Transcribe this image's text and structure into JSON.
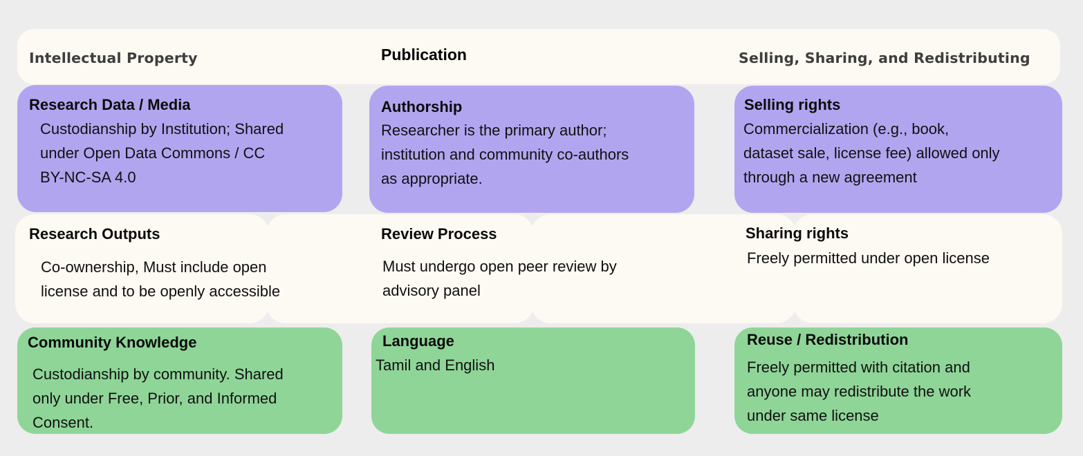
{
  "colors": {
    "background": "#ededed",
    "cream": "#fdf9f3",
    "purple": "#b2a5f0",
    "green": "#8fd598",
    "header_text": "#3e3e3e",
    "card_text": "#101010"
  },
  "board": {
    "headers": [
      {
        "label": "Intellectual Property"
      },
      {
        "label": "Publication"
      },
      {
        "label": "Selling, Sharing, and Redistributing"
      }
    ],
    "rows": [
      {
        "cards": [
          {
            "title": "Research Data / Media",
            "body": "Custodianship by Institution; Shared\nunder Open Data Commons / CC\nBY-NC-SA 4.0"
          },
          {
            "title": "Authorship",
            "body": "Researcher is the primary author;\ninstitution and community co-authors\nas appropriate."
          },
          {
            "title": "Selling rights",
            "body": "Commercialization (e.g., book,\ndataset sale, license fee) allowed only\nthrough a new agreement"
          }
        ]
      },
      {
        "cards": [
          {
            "title": "Research Outputs",
            "body": "Co-ownership, Must include open\nlicense and to be openly accessible"
          },
          {
            "title": "Review Process",
            "body": "Must undergo open peer review by\nadvisory panel"
          },
          {
            "title": "Sharing rights",
            "body": "Freely permitted under open license"
          }
        ]
      },
      {
        "cards": [
          {
            "title": "Community Knowledge",
            "body": "Custodianship by community. Shared\nonly under Free, Prior, and Informed\nConsent."
          },
          {
            "title": "Language",
            "body": "Tamil and English"
          },
          {
            "title": "Reuse / Redistribution",
            "body": "Freely permitted with citation and\nanyone may redistribute the work\nunder same license"
          }
        ]
      }
    ]
  }
}
